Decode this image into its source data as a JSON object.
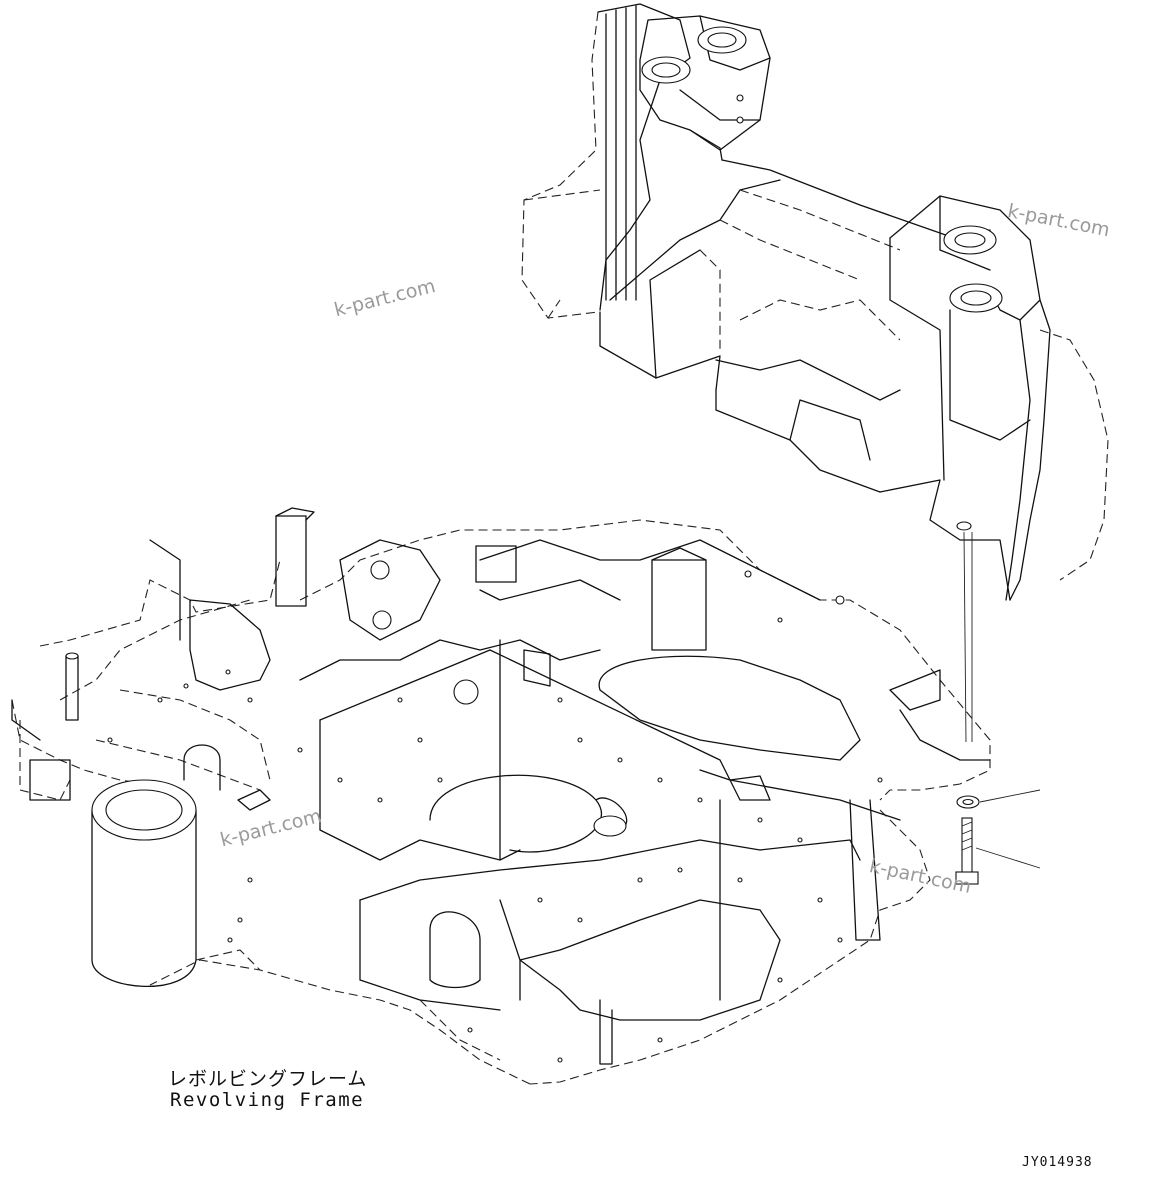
{
  "title_jp": "レボルビングフレーム",
  "title_en": "Revolving Frame",
  "drawing_code": "JY014938",
  "watermarks": [
    "k-part.com",
    "k-part.com",
    "k-part.com",
    "k-part.com"
  ]
}
